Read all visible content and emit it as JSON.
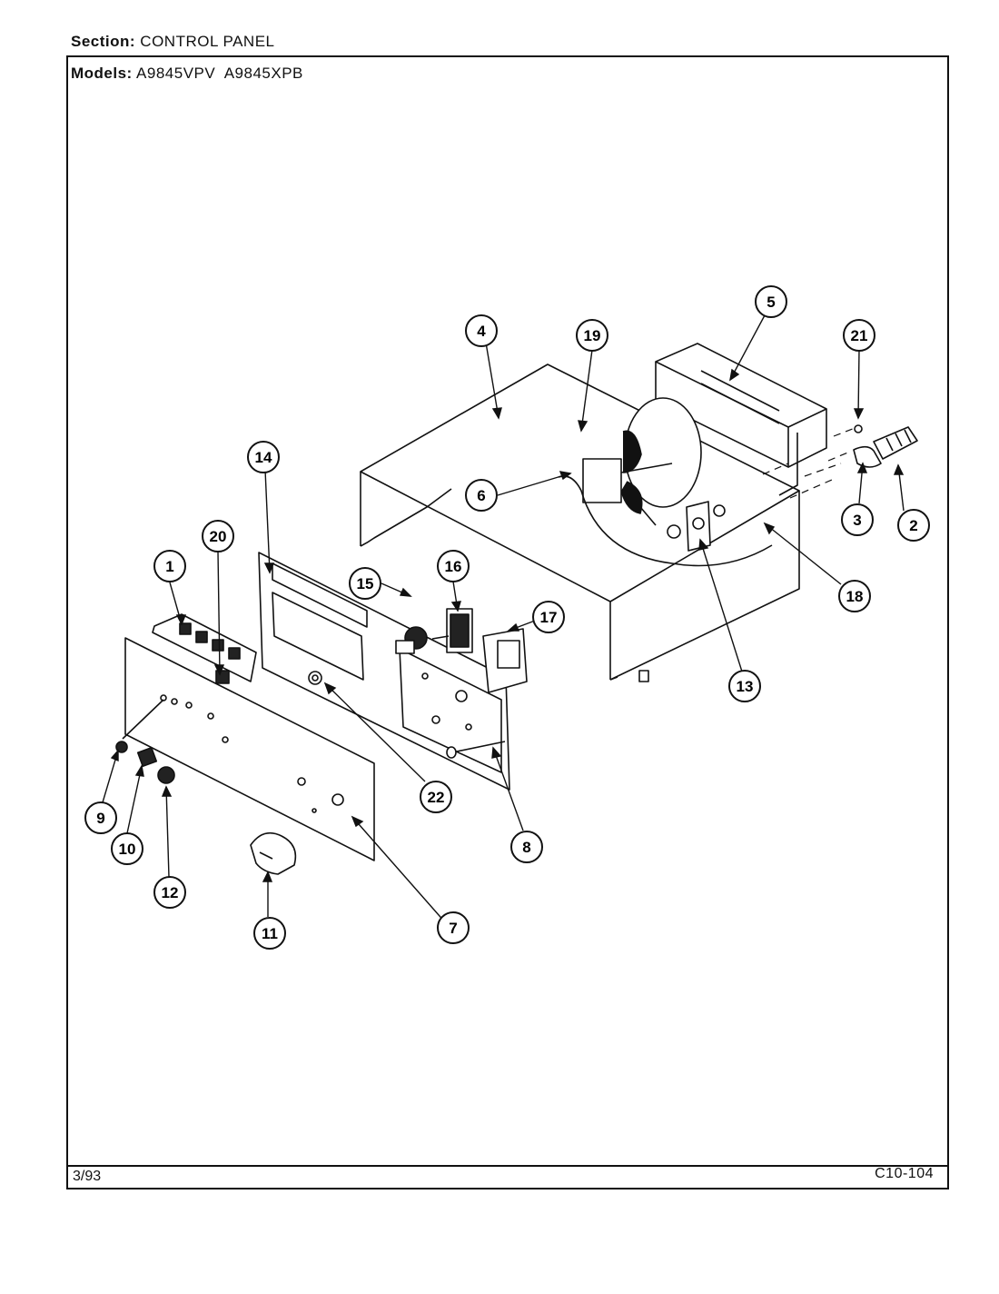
{
  "header": {
    "section_label": "Section:",
    "section_value": "CONTROL PANEL",
    "models_label": "Models:",
    "models_value": "A9845VPV  A9845XPB"
  },
  "footer": {
    "date": "3/93",
    "page_code": "C10-104"
  },
  "callouts": [
    "1",
    "2",
    "3",
    "4",
    "5",
    "6",
    "7",
    "8",
    "9",
    "10",
    "11",
    "12",
    "13",
    "14",
    "15",
    "16",
    "17",
    "18",
    "19",
    "20",
    "21",
    "22"
  ]
}
